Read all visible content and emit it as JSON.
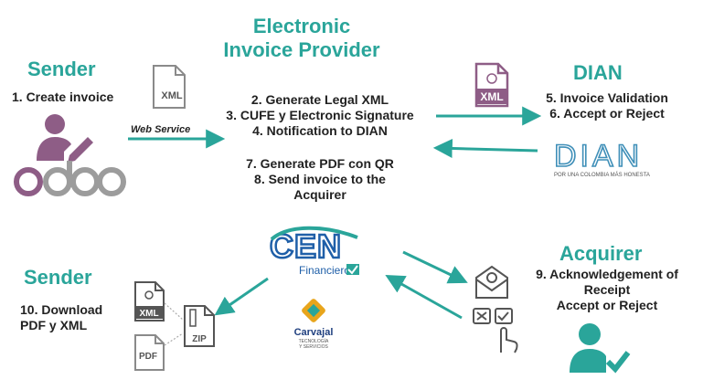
{
  "provider": {
    "title_line1": "Electronic",
    "title_line2": "Invoice Provider",
    "step2": "2. Generate Legal XML",
    "step3": "3. CUFE y Electronic Signature",
    "step4": "4. Notification to DIAN",
    "step7": "7. Generate PDF con QR",
    "step8_line1": "8. Send invoice to the",
    "step8_line2": "Acquirer"
  },
  "sender_top": {
    "title": "Sender",
    "step1": "1. Create invoice",
    "logo_text": "odoo",
    "web_service_label": "Web Service"
  },
  "dian": {
    "title": "DIAN",
    "step5": "5. Invoice Validation",
    "step6": "6. Accept or Reject",
    "logo_text": "DIAN",
    "logo_tagline": "POR UNA COLOMBIA MÁS HONESTA"
  },
  "acquirer": {
    "title": "Acquirer",
    "step9_line1": "9. Acknowledgement of",
    "step9_line2": "Receipt",
    "step9_line3": "Accept or Reject"
  },
  "sender_bottom": {
    "title": "Sender",
    "step10_line1": "10. Download",
    "step10_line2": "PDF y XML"
  },
  "cen": {
    "logo_text": "CEN",
    "sub_text": "Financiero"
  },
  "carvajal": {
    "name": "Carvajal",
    "tag_line1": "TECNOLOGÍA",
    "tag_line2": "Y SERVICIOS"
  },
  "file_labels": {
    "xml": "XML",
    "pdf": "PDF",
    "zip": "ZIP"
  },
  "colors": {
    "teal": "#2aa59a",
    "purple": "#8e5d86",
    "gray": "#9c9c9c",
    "dian_blue": "#3f8fb8"
  }
}
